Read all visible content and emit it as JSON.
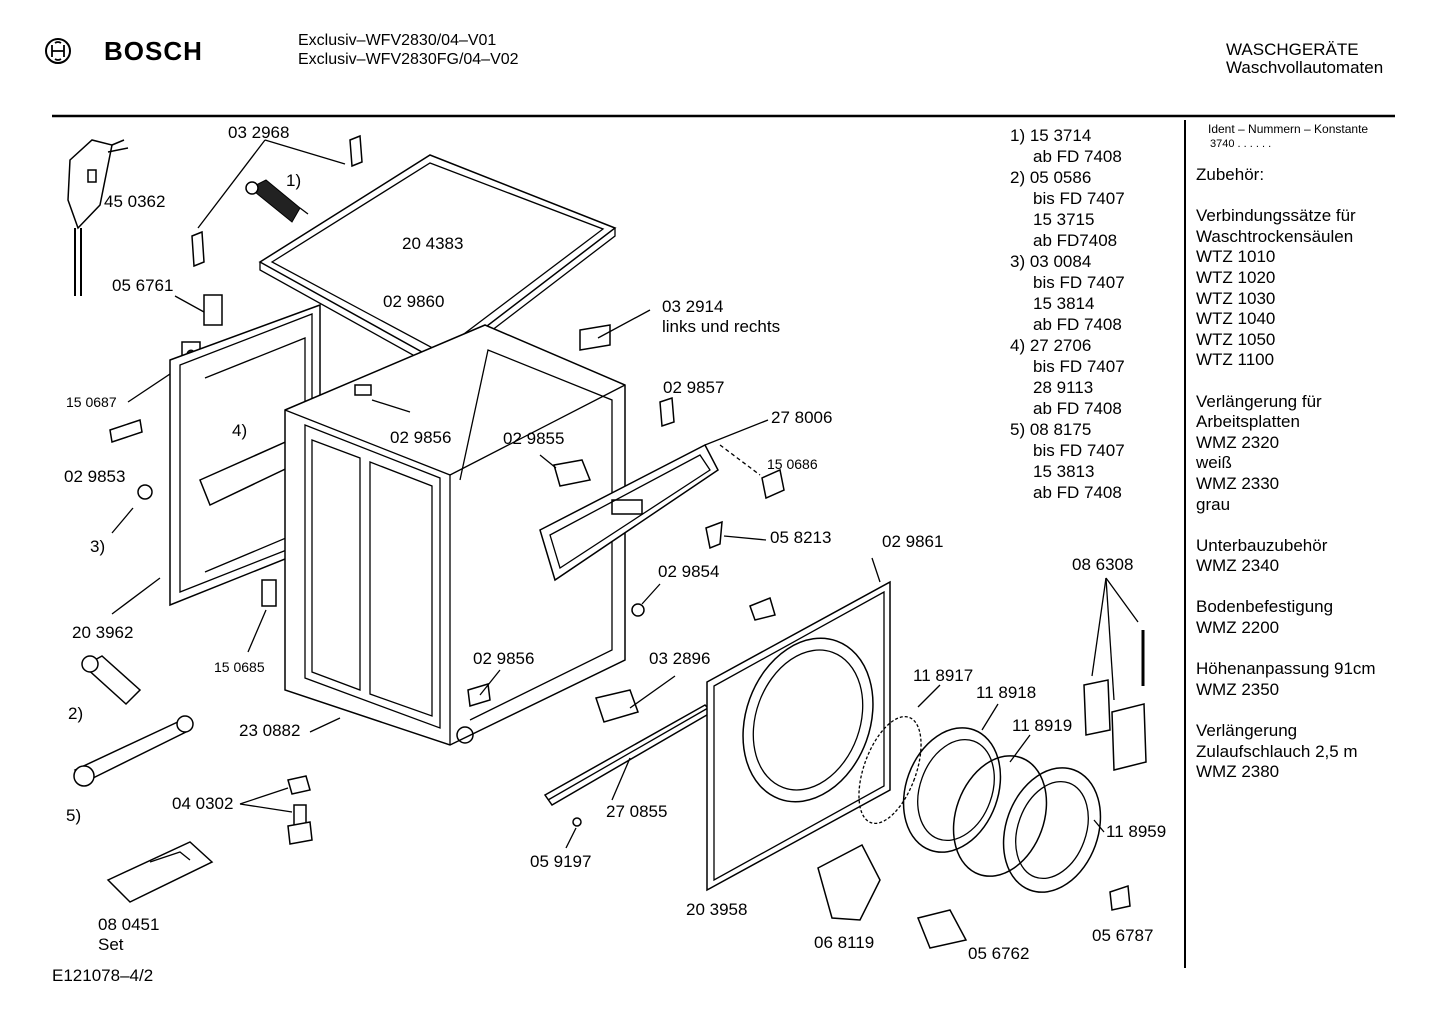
{
  "header": {
    "brand": "BOSCH",
    "model_line_1": "Exclusiv–WFV2830/04–V01",
    "model_line_2": "Exclusiv–WFV2830FG/04–V02",
    "category": "WASCHGERÄTE",
    "subcategory": "Waschvollautomaten"
  },
  "footer": {
    "drawing_id": "E121078–4/2"
  },
  "part_labels": {
    "p032968": "03 2968",
    "m1": "1)",
    "p450362": "45 0362",
    "p204383": "20 4383",
    "p056761": "05 6761",
    "p029860": "02 9860",
    "p032914": "03 2914",
    "p032914_note": "links und rechts",
    "p150687": "15 0687",
    "p029857": "02 9857",
    "m4": "4)",
    "p278006": "27 8006",
    "p029856a": "02 9856",
    "p029855": "02 9855",
    "p150686": "15 0686",
    "p029853": "02 9853",
    "m3": "3)",
    "p058213": "05 8213",
    "p029861": "02 9861",
    "p029854": "02 9854",
    "p086308": "08 6308",
    "p203962": "20 3962",
    "p150685": "15 0685",
    "p029856b": "02 9856",
    "p032896": "03 2896",
    "p118917": "11 8917",
    "p118918": "11 8918",
    "m2": "2)",
    "p230882": "23 0882",
    "p118919": "11 8919",
    "p040302": "04 0302",
    "m5": "5)",
    "p270855": "27 0855",
    "p118959": "11 8959",
    "p059197": "05 9197",
    "p203958": "20 3958",
    "p080451": "08  0451",
    "p080451_set": "Set",
    "p068119": "06 8119",
    "p056762": "05 6762",
    "p056787": "05 6787"
  },
  "footnotes": [
    "1)  15 3714",
    "ab FD 7408",
    "2)  05 0586",
    "bis FD 7407",
    "15 3715",
    "ab FD7408",
    "3)  03 0084",
    "bis FD 7407",
    "15 3814",
    "ab FD 7408",
    "4)  27 2706",
    "bis FD 7407",
    "28 9113",
    "ab FD 7408",
    "5)  08 8175",
    "bis FD 7407",
    "15 3813",
    "ab FD 7408"
  ],
  "sidebar": {
    "ident_label": "Ident – Nummern – Konstante",
    "ident_value": "3740  .  .  .  .  .  .",
    "lines": [
      "Zubehör:",
      "",
      "Verbindungssätze für",
      "Waschtrockensäulen",
      "WTZ 1010",
      "WTZ 1020",
      "WTZ 1030",
      "WTZ 1040",
      "WTZ 1050",
      "WTZ 1100",
      "",
      "Verlängerung für",
      "Arbeitsplatten",
      "WMZ 2320",
      "weiß",
      "WMZ 2330",
      "grau",
      "",
      "Unterbauzubehör",
      "WMZ 2340",
      "",
      "Bodenbefestigung",
      "WMZ 2200",
      "",
      "Höhenanpassung  91cm",
      "WMZ 2350",
      "",
      "Verlängerung",
      "Zulaufschlauch 2,5 m",
      "WMZ 2380"
    ]
  }
}
